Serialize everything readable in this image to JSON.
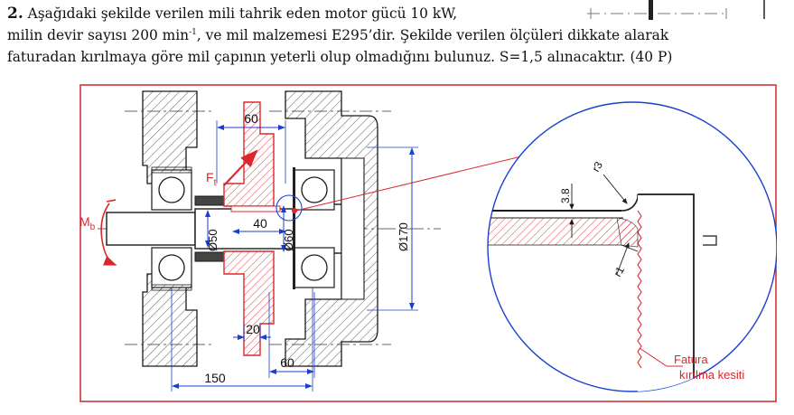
{
  "question": {
    "number": "2.",
    "line1": "Aşağıdaki şekilde verilen mili tahrik eden motor gücü 10 kW,",
    "line2_a": "milin devir sayısı 200 min",
    "line2_sup": "-1",
    "line2_b": ", ve mil malzemesi E295’dir. Şekilde verilen ölçüleri dikkate alarak",
    "line3": "faturadan kırılmaya göre mil çapının yeterli olup olmadığını bulunuz. S=1,5 alınacaktır. (40 P)"
  },
  "drawing": {
    "dim_60_top": "60",
    "dim_40": "40",
    "dim_20": "20",
    "dim_60_bottom": "60",
    "dim_150": "150",
    "dia_50": "Ø50",
    "dia_60": "Ø60",
    "dia_170": "Ø170",
    "force_label": "F",
    "force_sub": "t",
    "moment_label": "M",
    "moment_sub": "b",
    "detail_dim_38": "3.8",
    "detail_r3": "r3",
    "detail_r1": "r1",
    "callout_line1": "Fatura",
    "callout_line2": "kırılma kesiti"
  },
  "colors": {
    "frame": "#c8282d",
    "part": "#d8282d",
    "dimension": "#1a3fd0",
    "ink": "#1a1a1a"
  }
}
